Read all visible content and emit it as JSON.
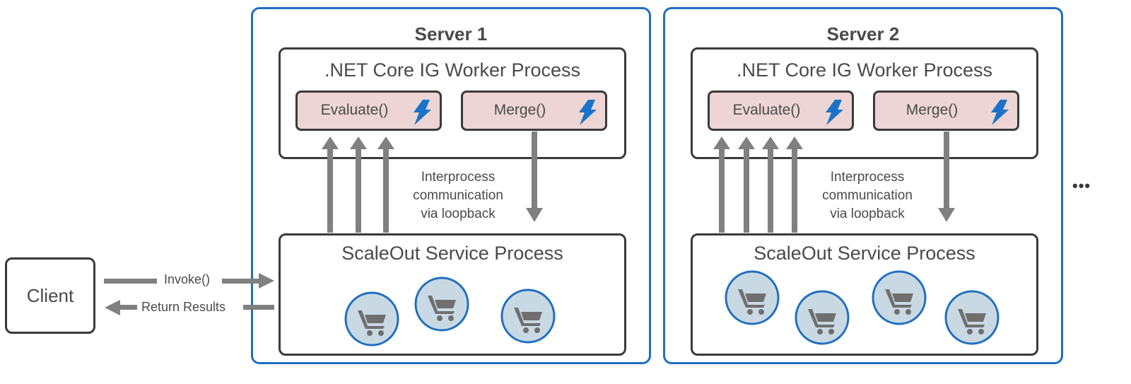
{
  "client": {
    "label": "Client"
  },
  "messages": {
    "invoke": "Invoke()",
    "return": "Return Results"
  },
  "servers": [
    {
      "title": "Server 1",
      "worker": {
        "title": ".NET Core IG Worker Process",
        "functions": [
          "Evaluate()",
          "Merge()"
        ]
      },
      "caption": [
        "Interprocess",
        "communication",
        "via loopback"
      ],
      "service": {
        "title": "ScaleOut Service Process"
      }
    },
    {
      "title": "Server 2",
      "worker": {
        "title": ".NET Core IG Worker Process",
        "functions": [
          "Evaluate()",
          "Merge()"
        ]
      },
      "caption": [
        "Interprocess",
        "communication",
        "via loopback"
      ],
      "service": {
        "title": "ScaleOut Service Process"
      }
    }
  ],
  "more": "•••",
  "colors": {
    "server_border": "#1f6fbf",
    "function_fill": "#ecd5d4",
    "cart_fill": "#c9d9e4",
    "arrow": "#808080",
    "bolt": "#1a73c9"
  },
  "icons": {
    "function": "lightning-bolt-icon",
    "object": "shopping-cart-icon"
  }
}
